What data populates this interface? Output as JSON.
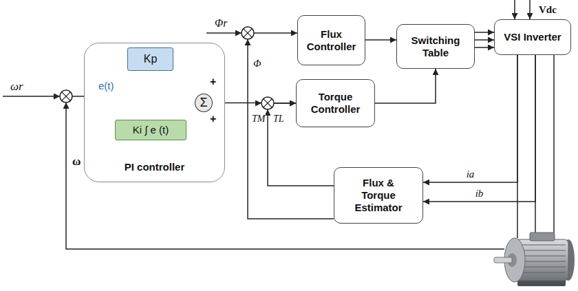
{
  "diagram": {
    "nodes": [
      {
        "text": [
          "PI controller"
        ]
      },
      {
        "text": [
          "Kp"
        ],
        "in": 0
      },
      {
        "text": [
          "Ki ∫ e (t)"
        ],
        "in": 0
      },
      {
        "text": [
          "Σ"
        ],
        "in": 0
      },
      {
        "text": [
          "Flux Controller"
        ]
      },
      {
        "text": [
          "Switching Table"
        ]
      },
      {
        "text": [
          "VSI Inverter"
        ]
      },
      {
        "text": [
          "Torque Controller"
        ]
      },
      {
        "text": [
          "Flux & Torque Estimator"
        ]
      }
    ],
    "edges": [
      {
        "from": 1,
        "to": 3,
        "arrow": "to"
      },
      {
        "from": 2,
        "to": 3,
        "arrow": "to"
      },
      {
        "from": 3,
        "to": 7,
        "arrow": "to"
      },
      {
        "from": 4,
        "to": 5,
        "arrow": "to"
      },
      {
        "from": 7,
        "to": 5,
        "arrow": "to"
      },
      {
        "from": 5,
        "to": 6,
        "arrow": "to"
      },
      {
        "from": 5,
        "to": 6,
        "arrow": "to"
      },
      {
        "from": 5,
        "to": 6,
        "arrow": "to"
      },
      {
        "from": 6,
        "to": 8,
        "label": "ia",
        "arrow": "to"
      },
      {
        "from": 6,
        "to": 8,
        "label": "ib",
        "arrow": "to"
      },
      {
        "from": 8,
        "to": 7,
        "arrow": "to"
      },
      {
        "from": 8,
        "to": 4,
        "arrow": "to"
      }
    ],
    "labels": [
      "ωr",
      "e(t)",
      "+",
      "+",
      "Φr",
      "Φ",
      "TM",
      "TL",
      "Vdc",
      "ω"
    ]
  }
}
